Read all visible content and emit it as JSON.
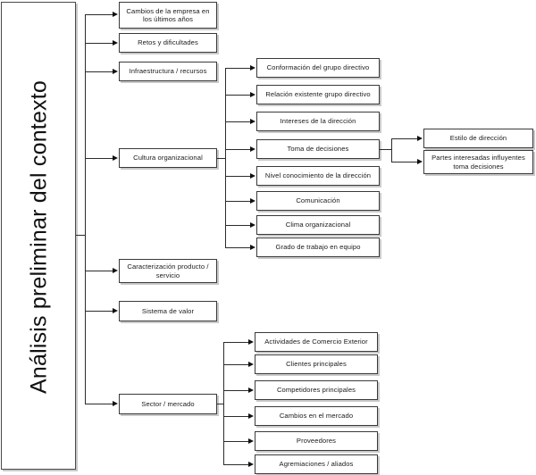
{
  "diagram": {
    "type": "tree-diagram",
    "root": {
      "label": "Análisis preliminar del contexto"
    },
    "level1": [
      {
        "label": "Cambios de la empresa en los últimos años"
      },
      {
        "label": "Retos y dificultades"
      },
      {
        "label": "Infraestructura / recursos"
      },
      {
        "label": "Cultura organizacional"
      },
      {
        "label": "Caracterización producto / servicio"
      },
      {
        "label": "Sistema de valor"
      },
      {
        "label": "Sector / mercado"
      }
    ],
    "cultura_children": [
      {
        "label": "Conformación del grupo directivo"
      },
      {
        "label": "Relación existente grupo directivo"
      },
      {
        "label": "Intereses de la dirección"
      },
      {
        "label": "Toma de decisiones"
      },
      {
        "label": "Nivel conocimiento de la dirección"
      },
      {
        "label": "Comunicación"
      },
      {
        "label": "Clima organizacional"
      },
      {
        "label": "Grado de trabajo en equipo"
      }
    ],
    "toma_decisiones_children": [
      {
        "label": "Estilo de dirección"
      },
      {
        "label": "Partes interesadas influyentes toma decisiones"
      }
    ],
    "sector_children": [
      {
        "label": "Actividades de Comercio Exterior"
      },
      {
        "label": "Clientes principales"
      },
      {
        "label": "Competidores principales"
      },
      {
        "label": "Cambios en el mercado"
      },
      {
        "label": "Proveedores"
      },
      {
        "label": "Agremiaciones / aliados"
      }
    ],
    "colors": {
      "background": "#ffffff",
      "box_fill": "#ffffff",
      "box_border": "#3a3a3a",
      "box_shadow": "#c9c9c9",
      "connector": "#2b2b2b",
      "text": "#1a1a1a"
    }
  }
}
